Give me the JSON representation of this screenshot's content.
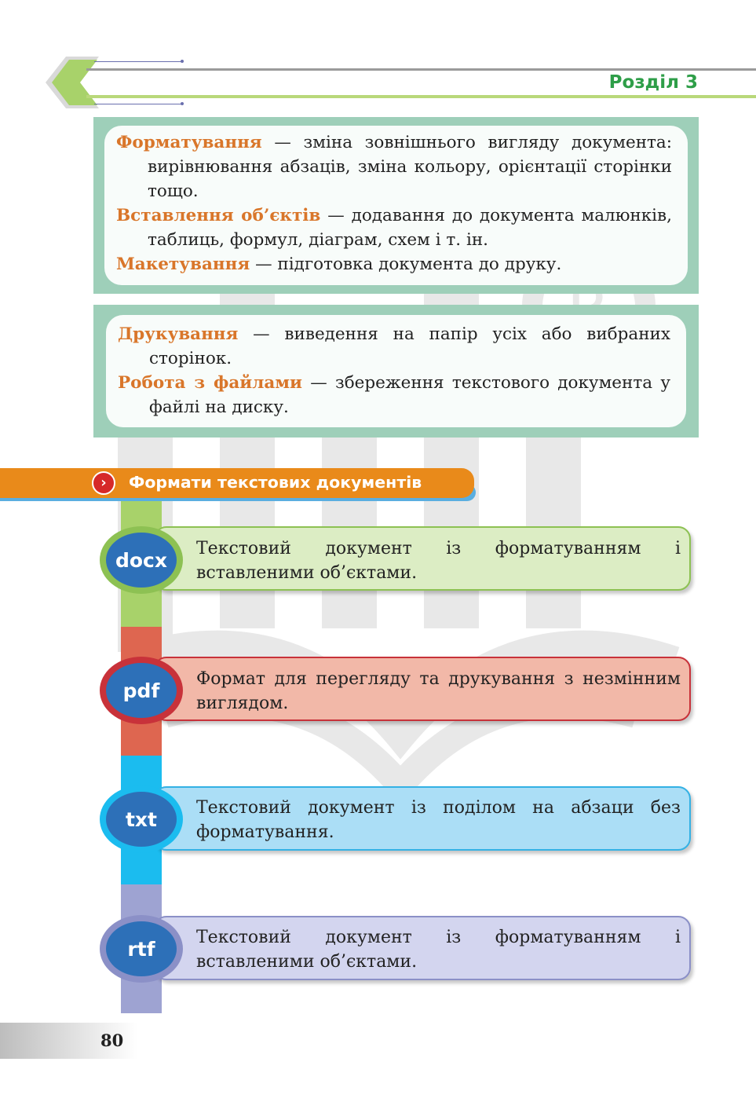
{
  "header": {
    "section": "Розділ 3"
  },
  "definitions": [
    {
      "entries": [
        {
          "term": "Форматування",
          "text": " — зміна зовнішнього вигляду документа: вирівнювання абзаців, зміна кольору, орієнтації сторінки тощо."
        },
        {
          "term": "Вставлення об’єктів",
          "text": " — додавання до документа малюнків, таблиць, формул, діаграм, схем і т. ін."
        },
        {
          "term": "Макетування",
          "text": " — підготовка документа до друку."
        }
      ]
    },
    {
      "entries": [
        {
          "term": "Друкування",
          "text": " — виведення на папір усіх або вибраних сторінок."
        },
        {
          "term": "Робота з файлами",
          "text": " — збереження текстового документа у файлі на диску."
        }
      ]
    }
  ],
  "banner": {
    "icon": "chevron-right-icon",
    "title": "Формати текстових документів"
  },
  "formats": [
    {
      "ext": "docx",
      "description": "Текстовий документ із форматуванням і вставленими об’єктами.",
      "strip_color": "#a8d26a",
      "card_color": "#dcedc4",
      "border_color": "#8dc153",
      "ring_color": "#8dc153"
    },
    {
      "ext": "pdf",
      "description": "Формат для перегляду та друкування з незмінним виглядом.",
      "strip_color": "#de6650",
      "card_color": "#f2b8a8",
      "border_color": "#c8323a",
      "ring_color": "#c8323a"
    },
    {
      "ext": "txt",
      "description": "Текстовий документ із поділом на абзаци без форматування.",
      "strip_color": "#1bbcef",
      "card_color": "#abdef6",
      "border_color": "#34b1e4",
      "ring_color": "#1bbcef"
    },
    {
      "ext": "rtf",
      "description": "Текстовий документ із форматуванням і вставленими об’єктами.",
      "strip_color": "#9ea3d2",
      "card_color": "#d3d5ef",
      "border_color": "#8b90c7",
      "ring_color": "#8b90c7"
    }
  ],
  "footer": {
    "page_number": "80"
  }
}
